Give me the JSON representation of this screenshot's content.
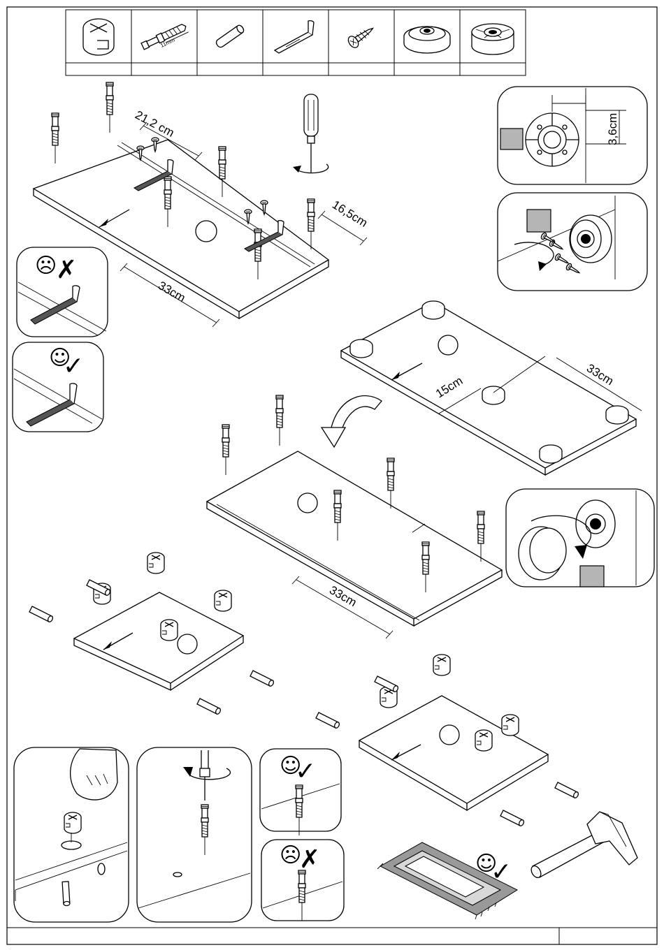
{
  "parts_table": {
    "items": [
      {
        "icon": "cam-lock-icon",
        "count": ""
      },
      {
        "icon": "cam-bolt-icon",
        "count": "",
        "size_label": "11mm"
      },
      {
        "icon": "wooden-dowel-icon",
        "count": ""
      },
      {
        "icon": "metal-bracket-icon",
        "count": ""
      },
      {
        "icon": "screw-icon",
        "count": ""
      },
      {
        "icon": "furniture-glide-icon",
        "count": ""
      },
      {
        "icon": "threaded-insert-icon",
        "count": ""
      }
    ]
  },
  "dimensions": {
    "step1_spacing": "21,2 cm",
    "step1_depth": "16,5cm",
    "step1_length": "33cm",
    "detail_insert_offset": "3,6cm",
    "step2_offset": "15cm",
    "step2_length": "33cm",
    "step3_length": "33cm"
  },
  "indicators": {
    "wrong": "☹",
    "right": "☺",
    "cross": "✗",
    "check": "✓"
  },
  "footer": {
    "left_text": "",
    "page_number": ""
  },
  "colors": {
    "line": "#000000",
    "marker_gray": "#b5b5b5",
    "paper": "#ffffff"
  }
}
